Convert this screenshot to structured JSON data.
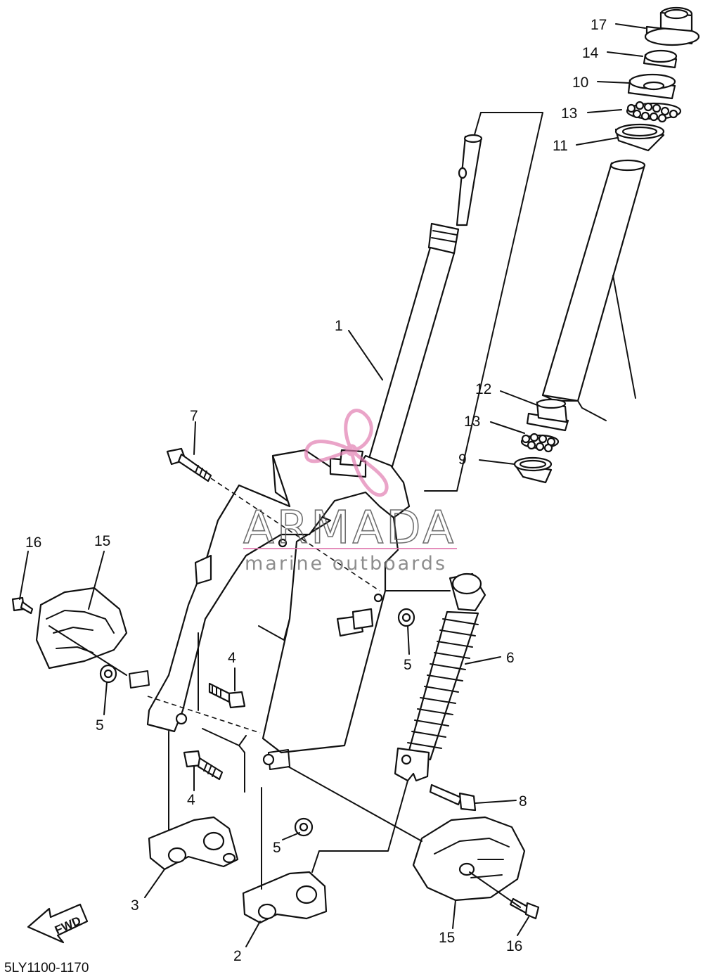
{
  "diagram": {
    "parts": [
      {
        "number": "1"
      },
      {
        "number": "2"
      },
      {
        "number": "3"
      },
      {
        "number": "4"
      },
      {
        "number": "5"
      },
      {
        "number": "6"
      },
      {
        "number": "7"
      },
      {
        "number": "8"
      },
      {
        "number": "9"
      },
      {
        "number": "10"
      },
      {
        "number": "11"
      },
      {
        "number": "12"
      },
      {
        "number": "13"
      },
      {
        "number": "14"
      },
      {
        "number": "15"
      },
      {
        "number": "16"
      },
      {
        "number": "17"
      }
    ],
    "drawing_code": "5LY1100-1170",
    "direction_marker": "FWD"
  },
  "watermark": {
    "brand": "ARMADA",
    "tagline": "marine outboards",
    "logo_color": "#e07ab0"
  }
}
